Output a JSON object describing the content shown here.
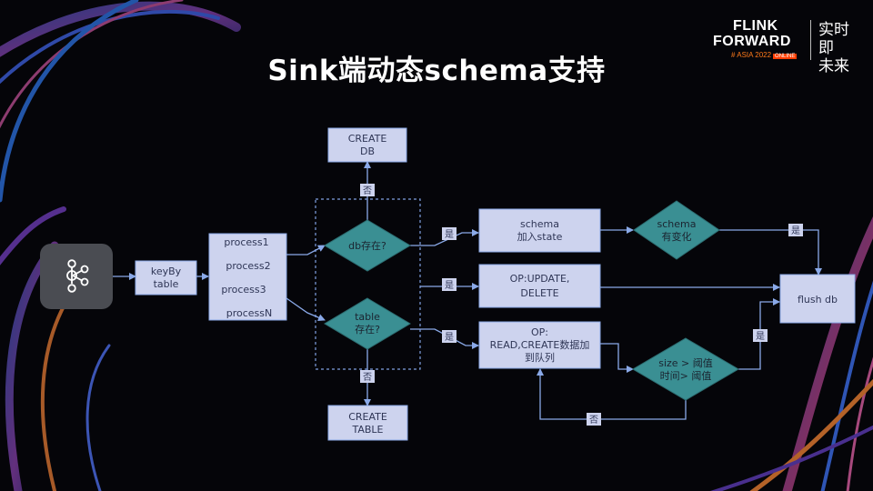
{
  "title": "Sink端动态schema支持",
  "logo": {
    "line1": "FLINK",
    "line2": "FORWARD",
    "sub": "# ASIA 2022",
    "badge": "ONLINE",
    "chinese_line1": "实时即",
    "chinese_line2": "未来"
  },
  "colors": {
    "background": "#050509",
    "box_fill": "#cdd3ee",
    "diamond_fill": "#3a8f93",
    "arrow": "#8aa9e8",
    "dashed_border": "#7f9fe0"
  },
  "icons": {
    "kafka": "kafka-icon"
  },
  "diagram": {
    "keyby": [
      "keyBy",
      "table"
    ],
    "process": [
      "process1",
      "process2",
      "process3",
      "processN"
    ],
    "create_db": [
      "CREATE",
      "DB"
    ],
    "create_table": [
      "CREATE",
      "TABLE"
    ],
    "db_exists": "db存在?",
    "table_exists": [
      "table",
      "存在?"
    ],
    "schema_state": [
      "schema",
      "加入state"
    ],
    "schema_changed": [
      "schema",
      "有变化"
    ],
    "op_update": [
      "OP:UPDATE,",
      "DELETE"
    ],
    "op_read": [
      "OP:",
      "READ,CREATE数据加",
      "到队列"
    ],
    "threshold": [
      "size > 阈值",
      "时间> 阈值"
    ],
    "flush": "flush db",
    "yes": "是",
    "no": "否"
  }
}
